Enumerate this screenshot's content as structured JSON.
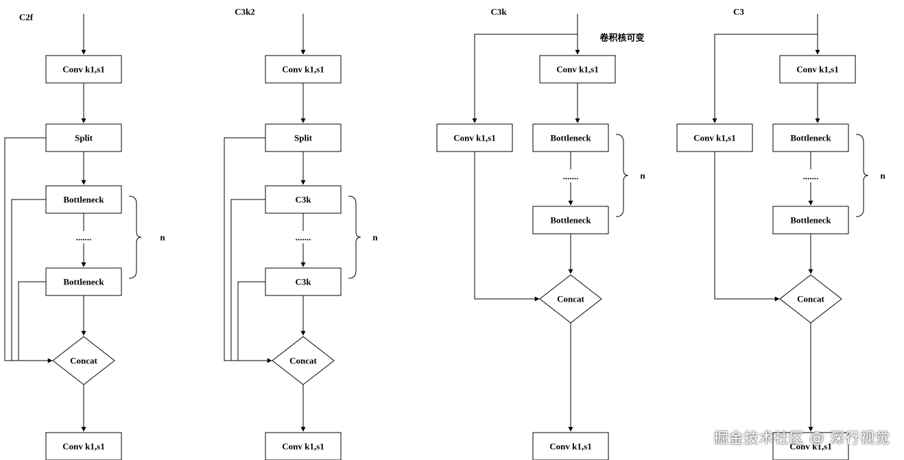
{
  "diagrams": [
    {
      "id": "c2f",
      "title": "C2f",
      "conv_in": "Conv k1,s1",
      "split": "Split",
      "block_first": "Bottleneck",
      "dots": ".......",
      "block_last": "Bottleneck",
      "repeat": "n",
      "concat": "Concat",
      "conv_out": "Conv k1,s1"
    },
    {
      "id": "c3k2",
      "title": "C3k2",
      "conv_in": "Conv k1,s1",
      "split": "Split",
      "block_first": "C3k",
      "dots": ".......",
      "block_last": "C3k",
      "repeat": "n",
      "concat": "Concat",
      "conv_out": "Conv k1,s1"
    },
    {
      "id": "c3k",
      "title": "C3k",
      "note": "卷积核可变",
      "conv_in": "Conv k1,s1",
      "conv_side": "Conv k1,s1",
      "block_first": "Bottleneck",
      "dots": ".......",
      "block_last": "Bottleneck",
      "repeat": "n",
      "concat": "Concat",
      "conv_out": "Conv k1,s1"
    },
    {
      "id": "c3",
      "title": "C3",
      "conv_in": "Conv k1,s1",
      "conv_side": "Conv k1,s1",
      "block_first": "Bottleneck",
      "dots": ".......",
      "block_last": "Bottleneck",
      "repeat": "n",
      "concat": "Concat",
      "conv_out": "Conv k1,s1"
    }
  ],
  "watermark": "掘金技术社区 @ 深行视觉"
}
